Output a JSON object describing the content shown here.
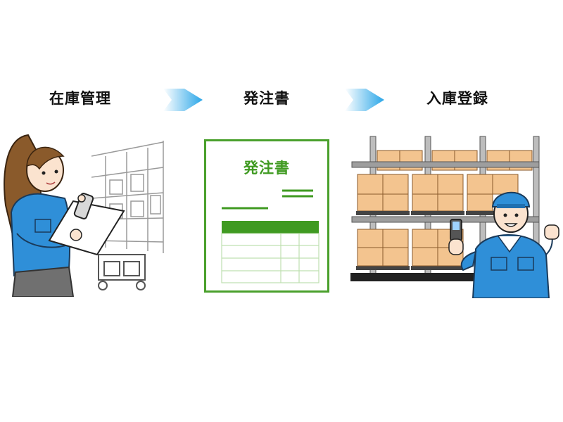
{
  "steps": [
    {
      "label": "在庫管理"
    },
    {
      "label": "発注書"
    },
    {
      "label": "入庫登録"
    }
  ],
  "document": {
    "title": "発注書"
  },
  "icons": {
    "arrow": "arrow-right-icon",
    "worker_female": "woman-with-clipboard-scanner-icon",
    "order_form": "order-form-icon",
    "worker_male": "man-with-handheld-terminal-icon",
    "warehouse": "warehouse-shelves-icon"
  },
  "colors": {
    "accent_green": "#3f9a21",
    "arrow_blue": "#2aa6e8",
    "uniform_blue": "#2f8fd8",
    "box_orange": "#f3c48f"
  }
}
